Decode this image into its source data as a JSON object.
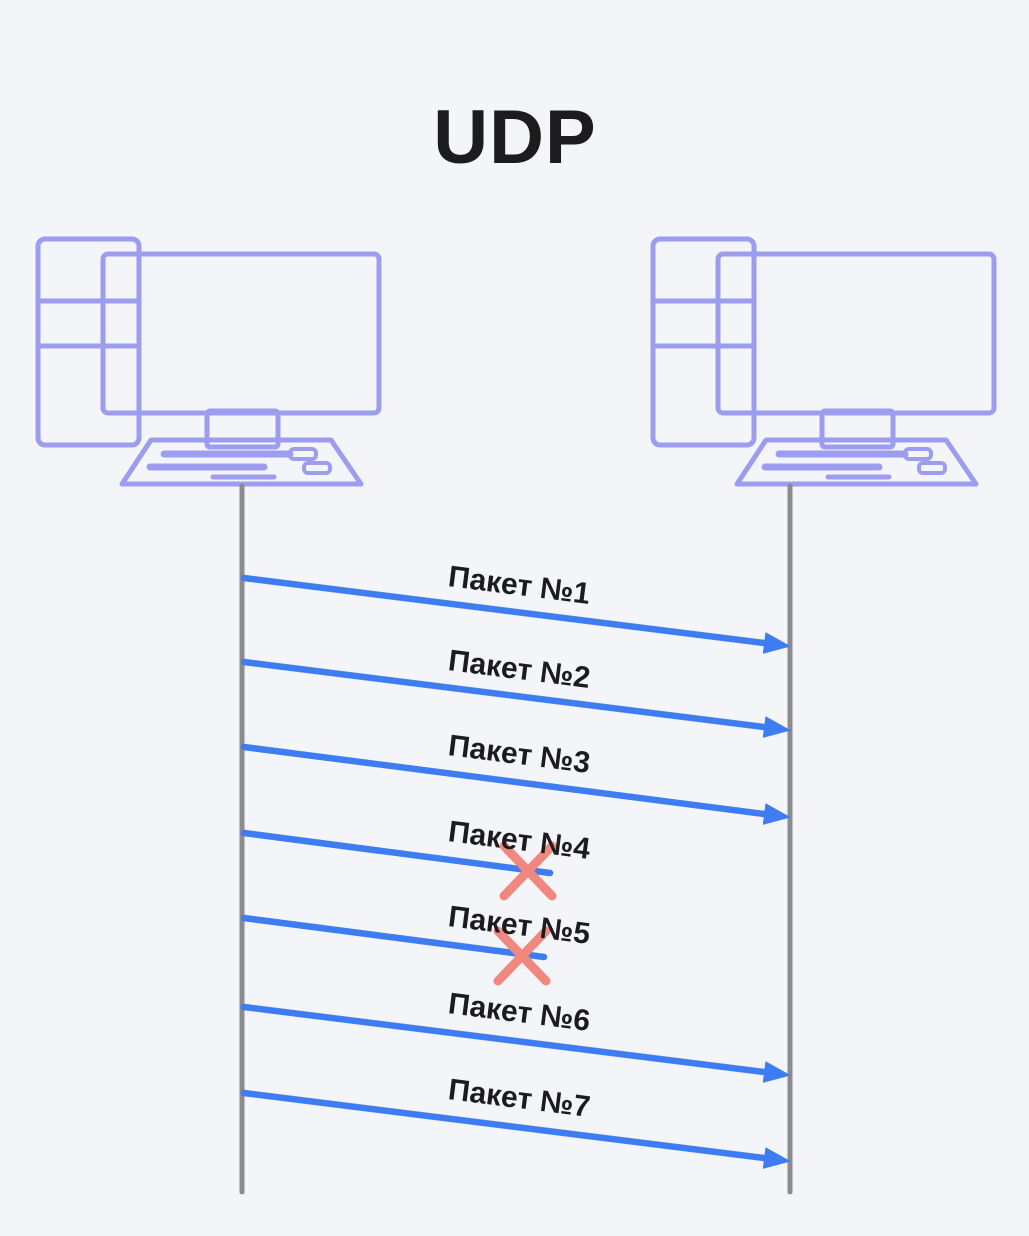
{
  "title": "UDP",
  "icons": {
    "sender": "computer-icon",
    "receiver": "computer-icon"
  },
  "packets": [
    {
      "label": "Пакет №1",
      "status": "delivered"
    },
    {
      "label": "Пакет №2",
      "status": "delivered"
    },
    {
      "label": "Пакет №3",
      "status": "delivered"
    },
    {
      "label": "Пакет №4",
      "status": "lost"
    },
    {
      "label": "Пакет №5",
      "status": "lost"
    },
    {
      "label": "Пакет №6",
      "status": "delivered"
    },
    {
      "label": "Пакет №7",
      "status": "delivered"
    }
  ],
  "colors": {
    "background": "#f4f5f9",
    "computer_stroke": "#9394ee",
    "lifeline": "#8b8b90",
    "arrow": "#3e7cf2",
    "lost_mark": "#f0887f",
    "text": "#1c1c1e"
  }
}
